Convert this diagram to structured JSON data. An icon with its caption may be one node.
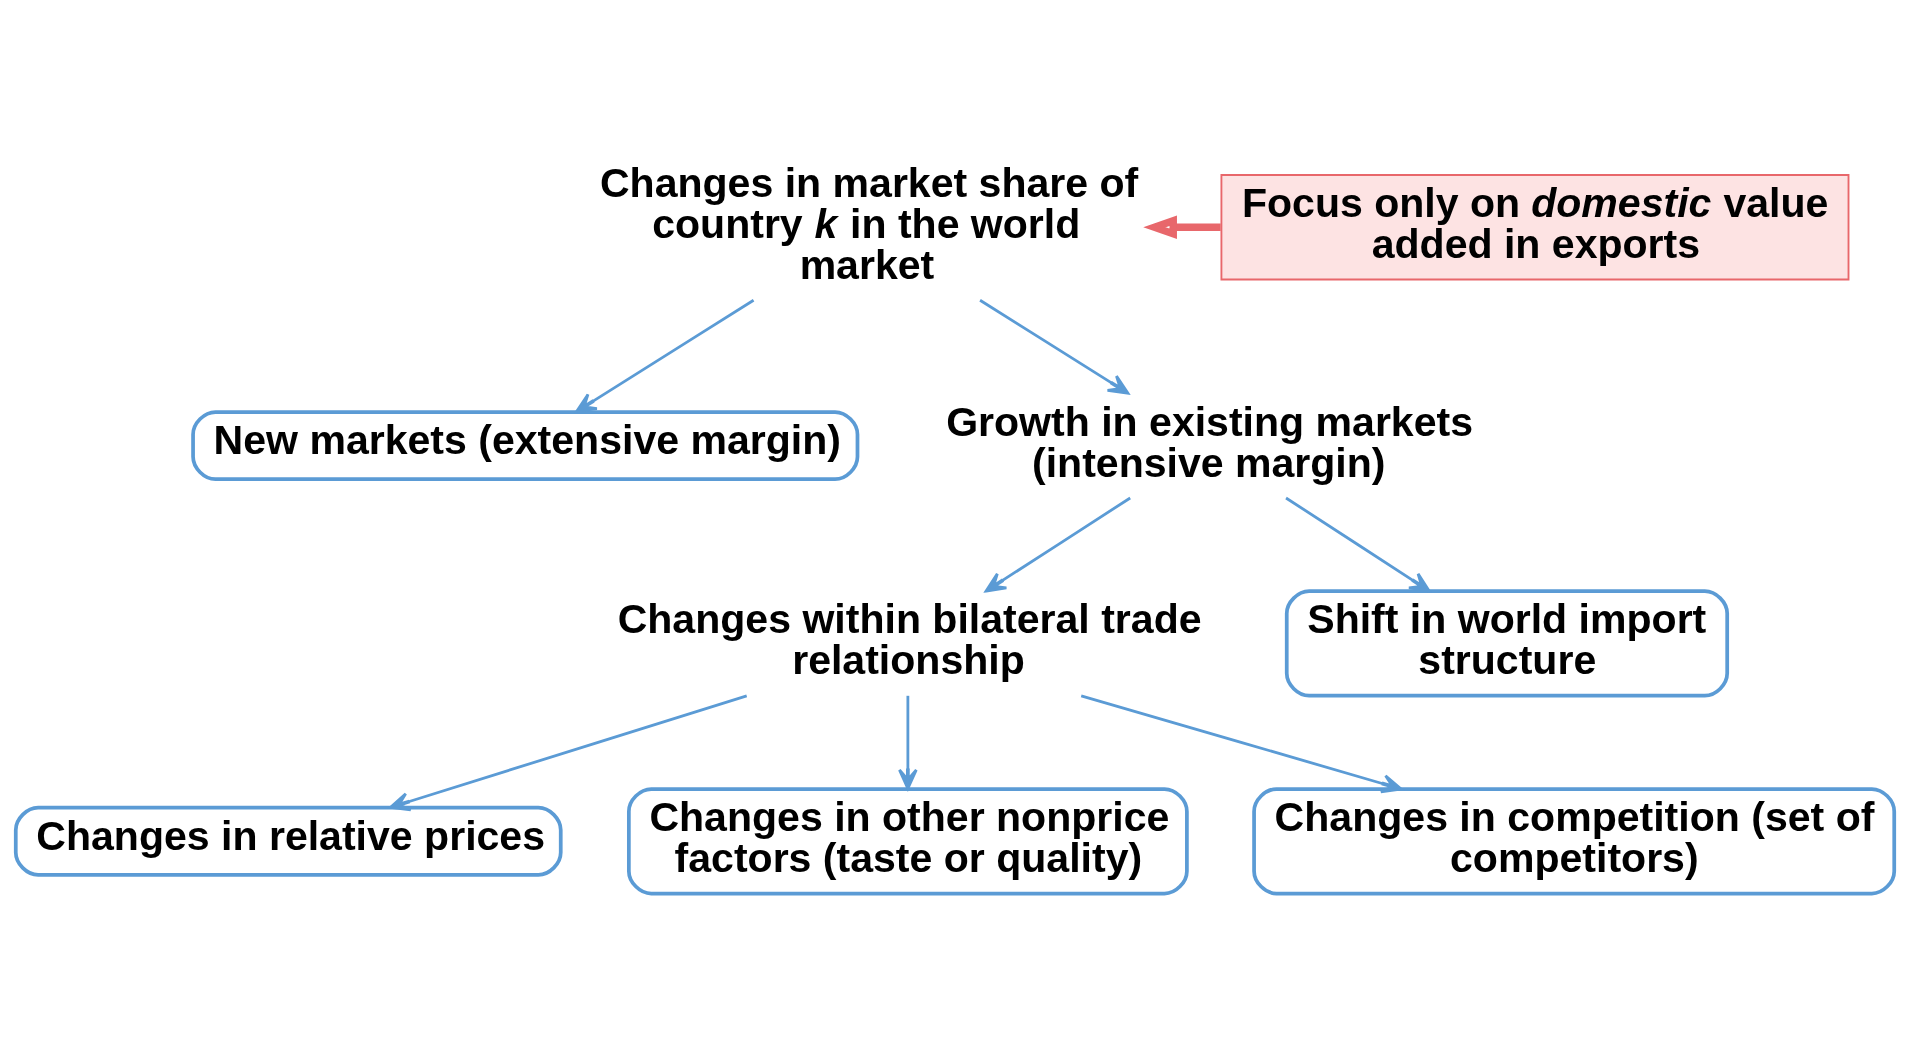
{
  "diagram": {
    "nodes": [
      {
        "text": [
          "Changes in market share of country *k* in the world market"
        ]
      },
      {
        "text": [
          "Focus only on *domestic* value added in exports"
        ]
      },
      {
        "text": [
          "New markets (extensive margin)"
        ]
      },
      {
        "text": [
          "Growth in existing markets (intensive margin)"
        ]
      },
      {
        "text": [
          "Changes within bilateral trade relationship"
        ]
      },
      {
        "text": [
          "Shift in world import structure"
        ]
      },
      {
        "text": [
          "Changes in relative prices"
        ]
      },
      {
        "text": [
          "Changes in other nonprice factors (taste or quality)"
        ]
      },
      {
        "text": [
          "Changes in competition (set of competitors)"
        ]
      }
    ],
    "edges": [
      {
        "from": 1,
        "to": 0,
        "arrow": "to",
        "style": "thick",
        "color": "#e8676b"
      },
      {
        "from": 0,
        "to": 2,
        "arrow": "to"
      },
      {
        "from": 0,
        "to": 3,
        "arrow": "to"
      },
      {
        "from": 3,
        "to": 4,
        "arrow": "to"
      },
      {
        "from": 3,
        "to": 5,
        "arrow": "to"
      },
      {
        "from": 4,
        "to": 6,
        "arrow": "to"
      },
      {
        "from": 4,
        "to": 7,
        "arrow": "to"
      },
      {
        "from": 4,
        "to": 8,
        "arrow": "to"
      }
    ]
  }
}
